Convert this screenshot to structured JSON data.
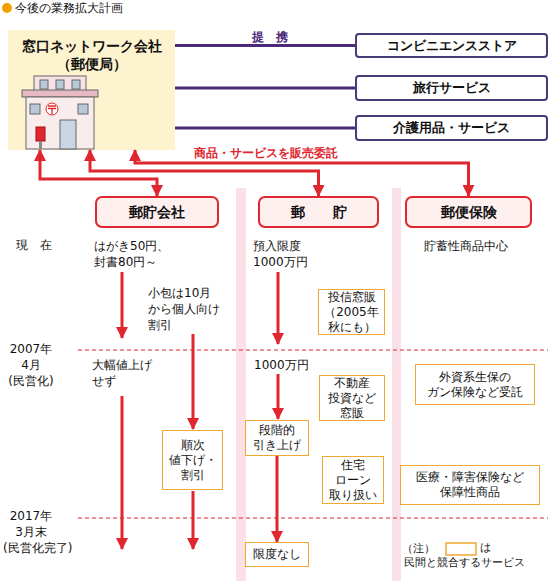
{
  "diagram": {
    "title": "今後の業務拡大計画",
    "nodes": [
      {
        "text": [
          "窓口ネットワーク会社",
          "（郵便局）"
        ]
      },
      {
        "text": [
          "コンビニエンスストア"
        ]
      },
      {
        "text": [
          "旅行サービス"
        ]
      },
      {
        "text": [
          "介護用品・サービス"
        ]
      },
      {
        "text": [
          "郵貯会社"
        ]
      },
      {
        "text": [
          "郵　　貯"
        ]
      },
      {
        "text": [
          "郵便保険"
        ]
      },
      {
        "text": [
          "投信窓販 （2005年 秋にも）"
        ]
      },
      {
        "text": [
          "外資系生保の ガン保険など受託"
        ]
      },
      {
        "text": [
          "不動産 投資など 窓販"
        ]
      },
      {
        "text": [
          "段階的 引き上げ"
        ]
      },
      {
        "text": [
          "順次 値下げ・ 割引"
        ]
      },
      {
        "text": [
          "住宅 ローン 取り扱い"
        ]
      },
      {
        "text": [
          "医療・障害保険など 保障性商品"
        ]
      },
      {
        "text": [
          "限度なし"
        ]
      }
    ],
    "edges": [
      {
        "from": 0,
        "to": 1,
        "label": "提　携",
        "arrow": "none"
      },
      {
        "from": 0,
        "to": 2,
        "arrow": "none"
      },
      {
        "from": 0,
        "to": 3,
        "arrow": "none"
      },
      {
        "from": 0,
        "to": 4,
        "arrow": "both"
      },
      {
        "from": 0,
        "to": 5,
        "arrow": "both"
      },
      {
        "from": 0,
        "to": 6,
        "label": "商品・サービスを販売委託",
        "arrow": "both"
      },
      {
        "from": 10,
        "to": 14,
        "arrow": "to"
      }
    ],
    "labels": [
      "現　在",
      "2007年 4月 (民営化)",
      "2017年 3月末 (民営化完了)",
      "はがき50円、 封書80円～",
      "小包は10月 から個人向け 割引",
      "大幅値上げ せず",
      "預入限度 1000万円",
      "1000万円",
      "貯蓄性商品中心",
      "（注）"
    ],
    "legend": [
      {
        "text": "は 民間と競合するサービス"
      }
    ]
  }
}
